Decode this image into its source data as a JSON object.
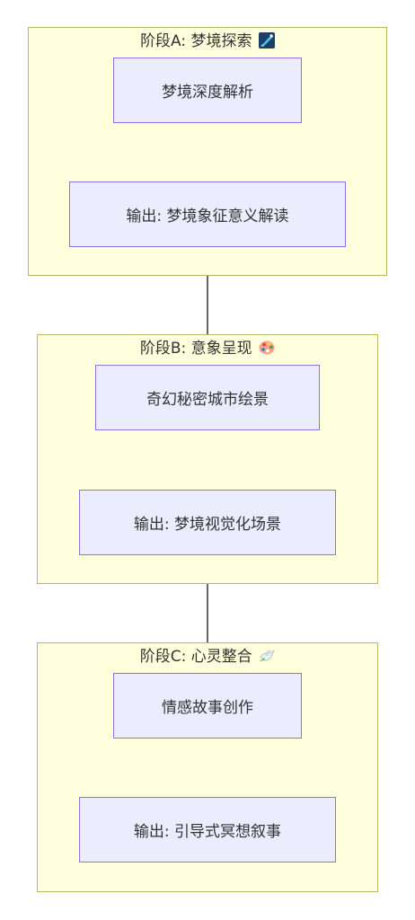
{
  "clusters": [
    {
      "title": "阶段A: 梦境探索",
      "icon": "brush-icon",
      "nodes": [
        "梦境深度解析",
        "输出: 梦境象征意义解读"
      ]
    },
    {
      "title": "阶段B: 意象呈现",
      "icon": "palette-icon",
      "nodes": [
        "奇幻秘密城市绘景",
        "输出: 梦境视觉化场景"
      ]
    },
    {
      "title": "阶段C: 心灵整合",
      "icon": "dove-icon",
      "nodes": [
        "情感故事创作",
        "输出: 引导式冥想叙事"
      ]
    }
  ],
  "colors": {
    "cluster_fill": "#ffffde",
    "cluster_border": "#b8b86a",
    "node_fill": "#ececff",
    "node_border": "#9370db",
    "edge": "#333333",
    "text": "#333333"
  }
}
